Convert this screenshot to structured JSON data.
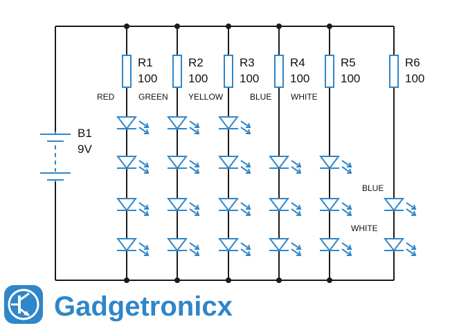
{
  "battery": {
    "ref": "B1",
    "value": "9V"
  },
  "resistors": [
    {
      "ref": "R1",
      "value": "100"
    },
    {
      "ref": "R2",
      "value": "100"
    },
    {
      "ref": "R3",
      "value": "100"
    },
    {
      "ref": "R4",
      "value": "100"
    },
    {
      "ref": "R5",
      "value": "100"
    },
    {
      "ref": "R6",
      "value": "100"
    }
  ],
  "color_labels": {
    "red": "RED",
    "green": "GREEN",
    "yellow": "YELLOW",
    "blue": "BLUE",
    "white": "WHITE",
    "r6_top": "BLUE",
    "r6_bottom": "WHITE"
  },
  "brand": {
    "name": "Gadgetronicx"
  },
  "colors": {
    "component": "#2f86c8",
    "wire": "#1a1a1a",
    "brand": "#2f86c8"
  }
}
